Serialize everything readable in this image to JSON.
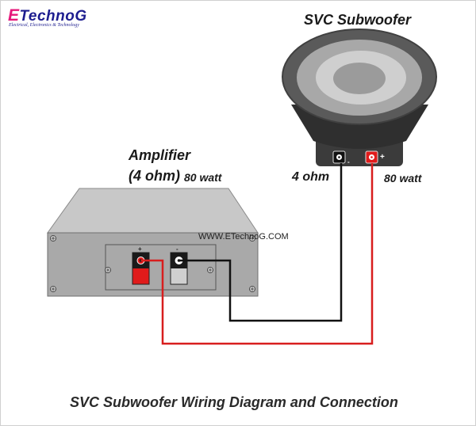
{
  "logo": {
    "first_letter": "E",
    "rest": "TechnoG",
    "tagline": "Electrical, Electronics & Technology"
  },
  "subwoofer": {
    "title": "SVC Subwoofer",
    "impedance": "4 ohm",
    "power": "80 watt",
    "terminal_minus": "-",
    "terminal_plus": "+"
  },
  "amplifier": {
    "title": "Amplifier",
    "impedance": "(4 ohm)",
    "power": "80 watt",
    "terminal_plus": "+",
    "terminal_minus": "-"
  },
  "website": "WWW.ETechnoG.COM",
  "caption": "SVC Subwoofer Wiring Diagram and Connection",
  "colors": {
    "positive_wire": "#d81e1e",
    "negative_wire": "#111111",
    "logo_blue": "#1d1d8f",
    "logo_pink": "#e6177a"
  },
  "icons": [
    "subwoofer-icon",
    "amplifier-icon",
    "screw-icon",
    "terminal-icon"
  ]
}
